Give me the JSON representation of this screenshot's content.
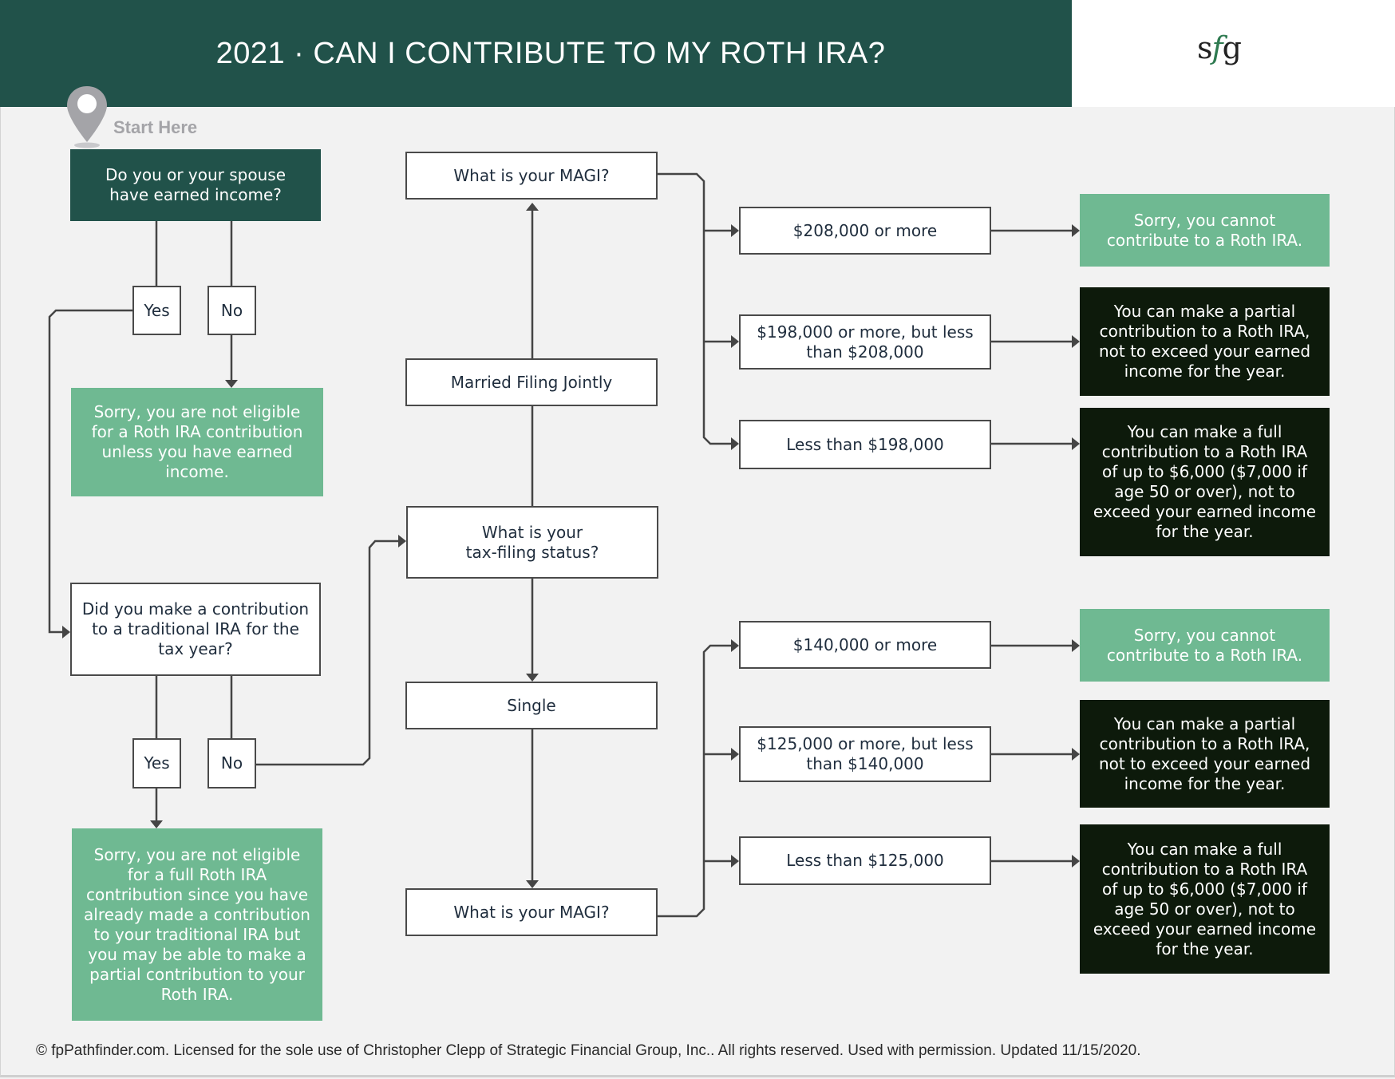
{
  "header": {
    "title": "2021 · CAN I CONTRIBUTE TO MY ROTH IRA?",
    "logo": {
      "s": "s",
      "f": "f",
      "g": "g"
    },
    "colors": {
      "header_bg": "#21524a",
      "logo_accent": "#2e7a50"
    }
  },
  "start": {
    "icon": "map-pin-icon",
    "label": "Start Here"
  },
  "left_column": {
    "q_earned_income": "Do you or your spouse\nhave earned income?",
    "q1_yes": "Yes",
    "q1_no": "No",
    "outcome_no_income": "Sorry, you are not eligible\nfor a Roth IRA contribution\nunless you have earned\nincome.",
    "q_traditional": "Did you make a contribution\nto a traditional IRA for the\ntax year?",
    "q2_yes": "Yes",
    "q2_no": "No",
    "outcome_traditional": "Sorry, you are not eligible\nfor a full Roth IRA\ncontribution since you have\nalready made a contribution\nto your traditional IRA but\nyou may be able to make a\npartial contribution to your\nRoth IRA."
  },
  "middle_column": {
    "magi_mfj": "What is your MAGI?",
    "status_mfj": "Married Filing Jointly",
    "q_filing_status": "What is your\ntax-filing status?",
    "status_single": "Single",
    "magi_single": "What is your MAGI?"
  },
  "thresholds": {
    "mfj": [
      "$208,000 or more",
      "$198,000 or more, but less\nthan $208,000",
      "Less than $198,000"
    ],
    "single": [
      "$140,000 or more",
      "$125,000 or more, but less\nthan $140,000",
      "Less than $125,000"
    ]
  },
  "outcomes": {
    "mfj": [
      "Sorry, you cannot\ncontribute to a Roth IRA.",
      "You can make a partial\ncontribution to a Roth IRA,\nnot to exceed your earned\nincome for the year.",
      "You can make a full\ncontribution to a Roth IRA\nof up to $6,000 ($7,000 if\nage 50 or over), not to\nexceed your earned income\nfor the year."
    ],
    "single": [
      "Sorry, you cannot\ncontribute to a Roth IRA.",
      "You can make a partial\ncontribution to a Roth IRA,\nnot to exceed your earned\nincome for the year.",
      "You can make a full\ncontribution to a Roth IRA\nof up to $6,000 ($7,000 if\nage 50 or over), not to\nexceed your earned income\nfor the year."
    ]
  },
  "colors": {
    "ineligible_green": "#6fb992",
    "eligible_black": "#0d1a0b",
    "connector": "#454545",
    "background": "#f2f2f2"
  },
  "footer": {
    "text": "© fpPathfinder.com. Licensed for the sole use of Christopher Clepp of Strategic Financial Group, Inc.. All rights reserved. Used with permission. Updated 11/15/2020."
  }
}
